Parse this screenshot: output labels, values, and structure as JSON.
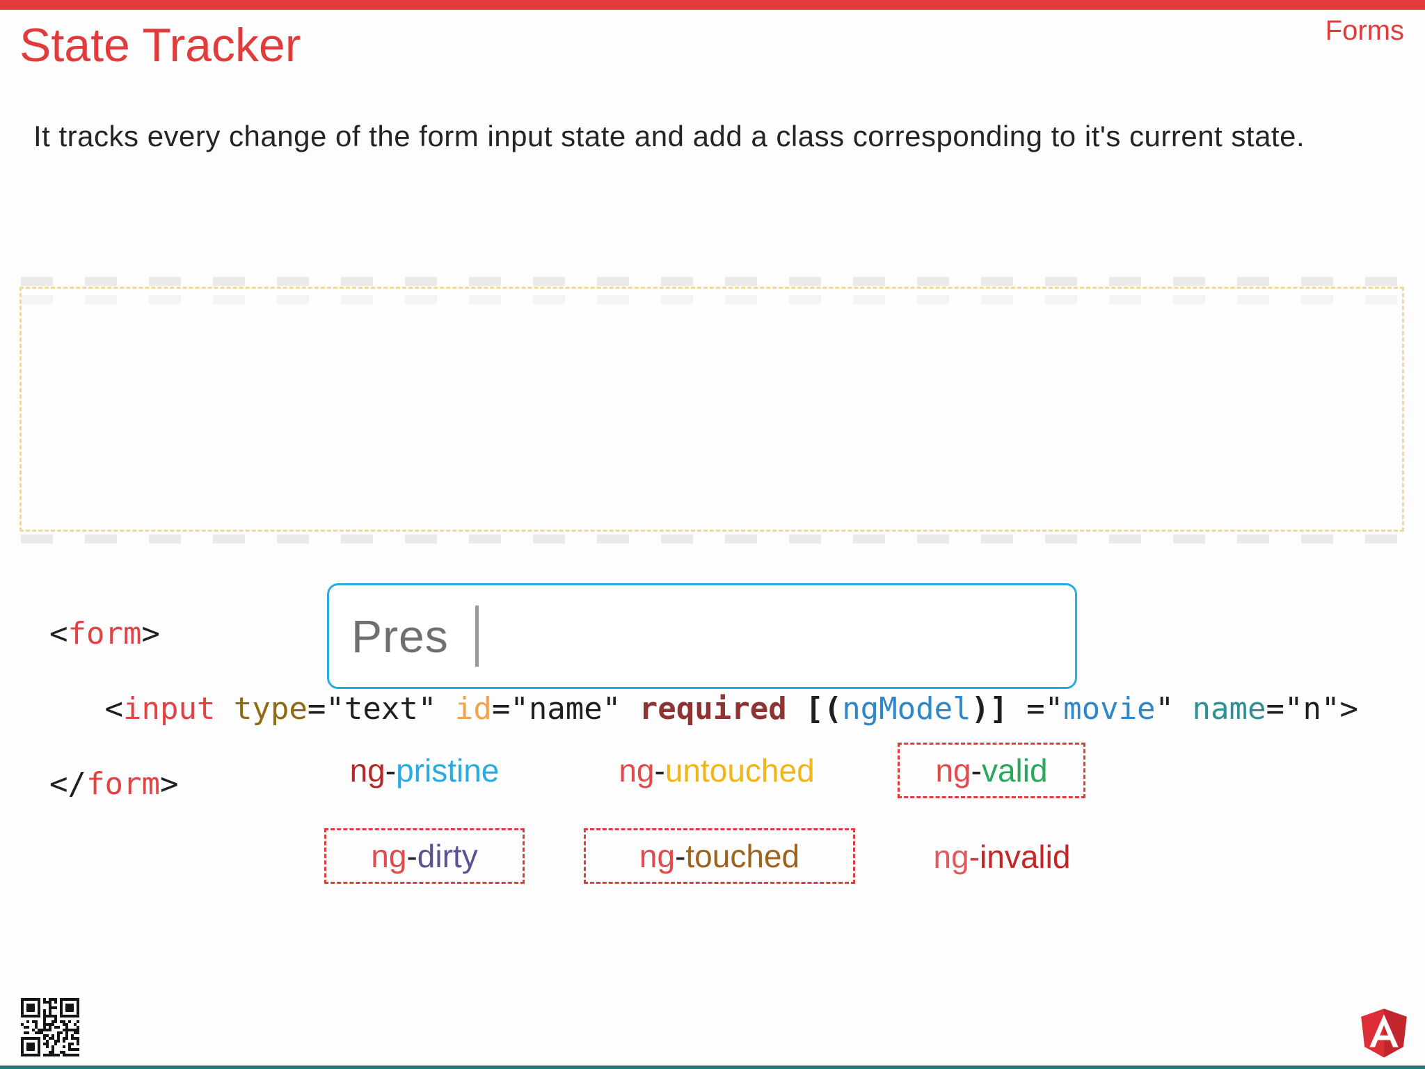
{
  "slide": {
    "title": "State Tracker",
    "corner_label": "Forms",
    "subtitle": "It tracks every change of the form input state and add a class corresponding to it's current state.",
    "accent_color": "#e23b3c",
    "bottom_bar_color": "#217a76"
  },
  "code": {
    "border_color": "#f0d9a0",
    "colors": {
      "black": "#1f1f1f",
      "red": "#e04343",
      "gold": "#8f6a10",
      "orange": "#f0a44c",
      "maroon": "#8e3434",
      "blue": "#2f86c8",
      "teal": "#2f8f96"
    },
    "lines": [
      [
        {
          "t": "<",
          "c": "black"
        },
        {
          "t": "form",
          "c": "red"
        },
        {
          "t": ">",
          "c": "black"
        }
      ],
      [
        {
          "t": "   <",
          "c": "black"
        },
        {
          "t": "input",
          "c": "red"
        },
        {
          "t": " ",
          "c": "black"
        },
        {
          "t": "type",
          "c": "gold"
        },
        {
          "t": "=",
          "c": "black"
        },
        {
          "t": "\"text\"",
          "c": "black"
        },
        {
          "t": " ",
          "c": "black"
        },
        {
          "t": "id",
          "c": "orange"
        },
        {
          "t": "=",
          "c": "black"
        },
        {
          "t": "\"name\"",
          "c": "black"
        },
        {
          "t": " ",
          "c": "black"
        },
        {
          "t": "required",
          "c": "maroon",
          "b": true
        },
        {
          "t": " ",
          "c": "black"
        },
        {
          "t": "[(",
          "c": "black",
          "b": true
        },
        {
          "t": "ngModel",
          "c": "blue"
        },
        {
          "t": ")]",
          "c": "black",
          "b": true
        },
        {
          "t": " =",
          "c": "black"
        },
        {
          "t": "\"",
          "c": "black"
        },
        {
          "t": "movie",
          "c": "blue"
        },
        {
          "t": "\"",
          "c": "black"
        },
        {
          "t": " ",
          "c": "black"
        },
        {
          "t": "name",
          "c": "teal"
        },
        {
          "t": "=\"n\">",
          "c": "black"
        }
      ],
      [
        {
          "t": "</",
          "c": "black"
        },
        {
          "t": "form",
          "c": "red"
        },
        {
          "t": ">",
          "c": "black"
        }
      ]
    ]
  },
  "demo_input": {
    "value": "Pres",
    "border_color": "#29abe2",
    "text_color": "#6f6f6f"
  },
  "state_labels": [
    {
      "prefix": "ng",
      "dash": "-",
      "word": "pristine",
      "prefix_color": "#b42a2a",
      "dash_color": "#222222",
      "word_color": "#29abe2",
      "boxed": false
    },
    {
      "prefix": "ng",
      "dash": "-",
      "word": "untouched",
      "prefix_color": "#e24b4b",
      "dash_color": "#222222",
      "word_color": "#f0b517",
      "boxed": false
    },
    {
      "prefix": "ng",
      "dash": "-",
      "word": "valid",
      "prefix_color": "#e24b4b",
      "dash_color": "#222222",
      "word_color": "#2aa85c",
      "boxed": true
    },
    {
      "prefix": "ng",
      "dash": "-",
      "word": "dirty",
      "prefix_color": "#e24b4b",
      "dash_color": "#222222",
      "word_color": "#5c5291",
      "boxed": true
    },
    {
      "prefix": "ng",
      "dash": "-",
      "word": "touched",
      "prefix_color": "#e24b4b",
      "dash_color": "#222222",
      "word_color": "#9c641f",
      "boxed": true
    },
    {
      "prefix": "ng",
      "dash": "-",
      "word": "invalid",
      "prefix_color": "#e05c5c",
      "dash_color": "#d04040",
      "word_color": "#c42525",
      "boxed": false
    }
  ],
  "box_border_color": "#e23b3c"
}
